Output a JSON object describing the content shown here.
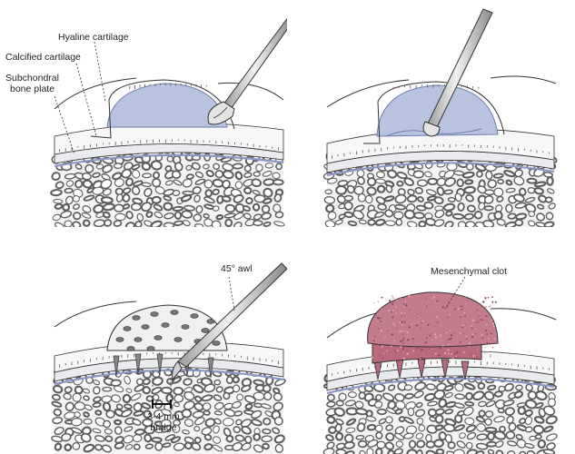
{
  "colors": {
    "cartilage": "#b8c3e0",
    "cartilage_stroke": "#6f7fa8",
    "bone_plate": "#e9ebef",
    "plate_line": "#8a98c8",
    "cancellous_bg": "#f4f4f4",
    "trabecula": "#5c5c5c",
    "clot": "#b96a7c",
    "clot_dark": "#8e4357",
    "instrument": "#d8d8d8",
    "outline": "#333333"
  },
  "panels": [
    {
      "id": "intact-defect"
    },
    {
      "id": "debridement"
    },
    {
      "id": "microfracture-holes"
    },
    {
      "id": "clot-formation"
    }
  ],
  "labels": {
    "hyaline_cartilage": "Hyaline cartilage",
    "calcified_cartilage": "Calcified cartilage",
    "subchondral_line1": "Subchondral",
    "subchondral_line2": "bone plate",
    "awl": "45° awl",
    "bridge_line1": "3-4 mm",
    "bridge_line2": "bridge",
    "mesenchymal_clot": "Mesenchymal clot"
  }
}
